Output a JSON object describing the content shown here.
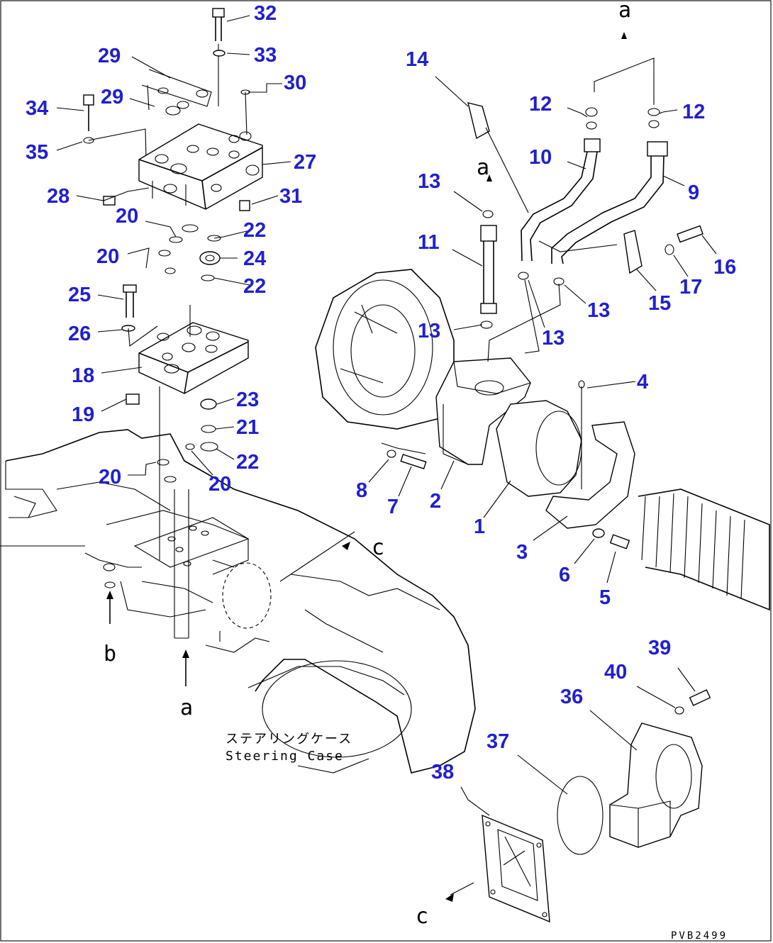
{
  "diagram": {
    "callout_color": "#2020d0",
    "line_color": "#000000",
    "callouts": [
      "32",
      "33",
      "30",
      "29",
      "29",
      "34",
      "35",
      "27",
      "28",
      "31",
      "20",
      "22",
      "20",
      "24",
      "22",
      "25",
      "26",
      "18",
      "19",
      "23",
      "21",
      "22",
      "20",
      "20",
      "14",
      "12",
      "12",
      "10",
      "9",
      "13",
      "11",
      "13",
      "13",
      "13",
      "16",
      "17",
      "15",
      "4",
      "8",
      "7",
      "2",
      "1",
      "3",
      "6",
      "5",
      "39",
      "40",
      "36",
      "37",
      "38"
    ],
    "reference_marks": [
      "a",
      "a",
      "b",
      "c",
      "c",
      "a"
    ],
    "case_label_jp": "ステアリングケース",
    "case_label_en": "Steering Case",
    "drawing_code": "PVB2499"
  }
}
